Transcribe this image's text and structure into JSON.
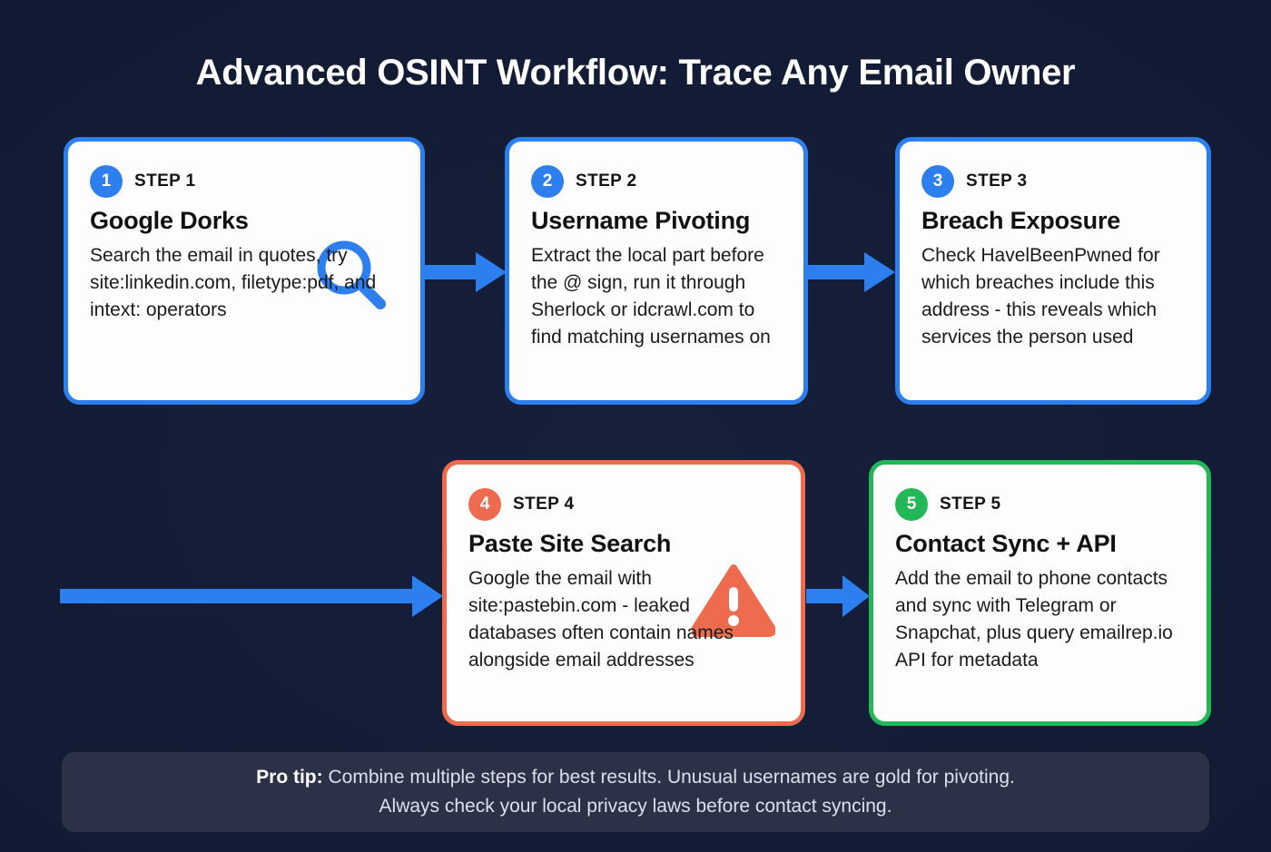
{
  "header": {
    "title": "Advanced OSINT Workflow: Trace Any Email Owner"
  },
  "colors": {
    "background_top": "#13203f",
    "background_center": "#141f38",
    "accent_blue": "#2d7ff0",
    "accent_orange": "#ef6b4e",
    "accent_green": "#22b757",
    "card_background": "#fdfdfd",
    "footer_background": "#2b3248",
    "title_text": "#ffffff",
    "card_text": "#1b1b1b",
    "footer_text": "#dbe0ea"
  },
  "steps": [
    {
      "number": "1",
      "label": "STEP 1",
      "title": "Google Dorks",
      "body": "Search the email in quotes, try site:linkedin.com, filetype:pdf, and intext: operators",
      "accent": "blue",
      "icon": "magnifier-icon"
    },
    {
      "number": "2",
      "label": "STEP 2",
      "title": "Username Pivoting",
      "body": "Extract the local part before the @ sign, run it through Sherlock or idcrawl.com to find matching usernames on",
      "accent": "blue",
      "icon": ""
    },
    {
      "number": "3",
      "label": "STEP 3",
      "title": "Breach Exposure",
      "body": "Check HavelBeenPwned for which breaches include this address - this reveals which services the person used",
      "accent": "blue",
      "icon": ""
    },
    {
      "number": "4",
      "label": "STEP 4",
      "title": "Paste Site Search",
      "body": "Google the email with site:pastebin.com - leaked databases often contain names alongside email addresses",
      "accent": "orange",
      "icon": "warning-triangle-icon"
    },
    {
      "number": "5",
      "label": "STEP 5",
      "title": "Contact Sync + API",
      "body": "Add the email to phone contacts and sync with Telegram or Snapchat, plus query emailrep.io API for metadata",
      "accent": "green",
      "icon": ""
    }
  ],
  "connectors": [
    {
      "name": "arrow-step1-to-step2",
      "direction": "right"
    },
    {
      "name": "arrow-step2-to-step3",
      "direction": "right"
    },
    {
      "name": "arrow-wrap-to-step4",
      "direction": "right"
    },
    {
      "name": "arrow-step4-to-step5",
      "direction": "right"
    }
  ],
  "footer": {
    "prefix": "Pro tip:",
    "line1": " Combine multiple steps for best results. Unusual usernames are gold for pivoting.",
    "line2": "Always check your local privacy laws before contact syncing."
  }
}
